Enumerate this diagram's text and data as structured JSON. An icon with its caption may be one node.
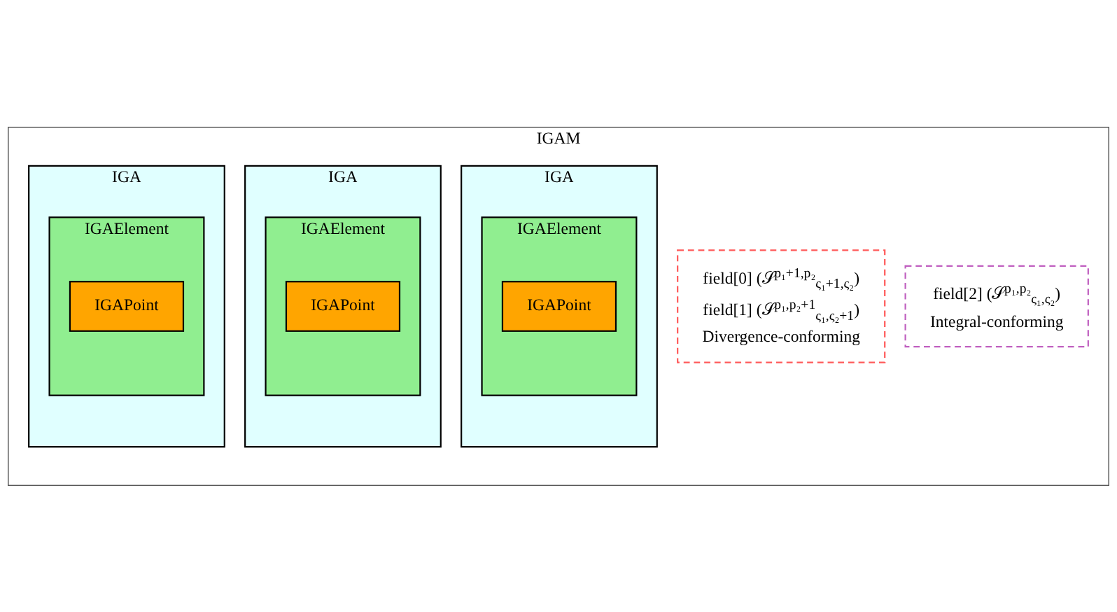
{
  "diagram": {
    "nodes": [
      {
        "text": [
          "IGAM"
        ]
      },
      {
        "text": [
          "IGA"
        ],
        "in": 0
      },
      {
        "text": [
          "IGAElement"
        ],
        "in": 1
      },
      {
        "text": [
          "IGAPoint"
        ],
        "in": 2
      },
      {
        "text": [
          "IGA"
        ],
        "in": 0
      },
      {
        "text": [
          "IGAElement"
        ],
        "in": 4
      },
      {
        "text": [
          "IGAPoint"
        ],
        "in": 5
      },
      {
        "text": [
          "IGA"
        ],
        "in": 0
      },
      {
        "text": [
          "IGAElement"
        ],
        "in": 7
      },
      {
        "text": [
          "IGAPoint"
        ],
        "in": 8
      },
      {
        "text": [
          "field[0] (𝒮$^{p₁+1,p₂}$$_{ς₁+1,ς₂}$)",
          "field[1] (𝒮$^{p₁,p₂+1}$$_{ς₁,ς₂+1}$)",
          "Divergence-conforming"
        ],
        "in": 0
      },
      {
        "text": [
          "field[2] (𝒮$^{p₁,p₂}$$_{ς₁,ς₂}$)",
          "Integral-conforming"
        ],
        "in": 0
      }
    ]
  }
}
